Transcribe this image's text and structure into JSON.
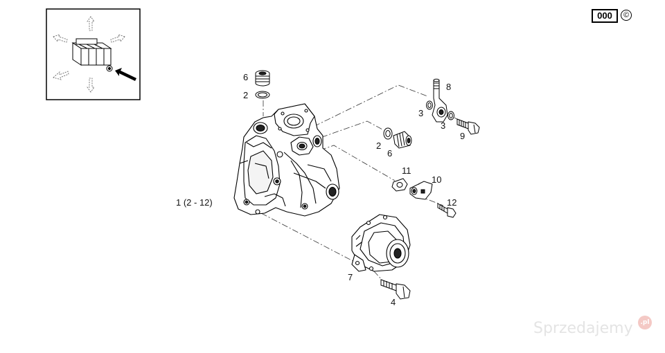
{
  "diagram": {
    "code": "000",
    "copyright_mark": "©",
    "watermark": "Sprzedajemy",
    "watermark_badge": ".pl",
    "callouts": {
      "assembly": "1 (2 - 12)",
      "c6_top": "6",
      "c2_top": "2",
      "c8": "8",
      "c3_left": "3",
      "c3_right": "3",
      "c9": "9",
      "c2_mid": "2",
      "c6_mid": "6",
      "c11": "11",
      "c10": "10",
      "c12": "12",
      "c7": "7",
      "c4": "4"
    }
  }
}
